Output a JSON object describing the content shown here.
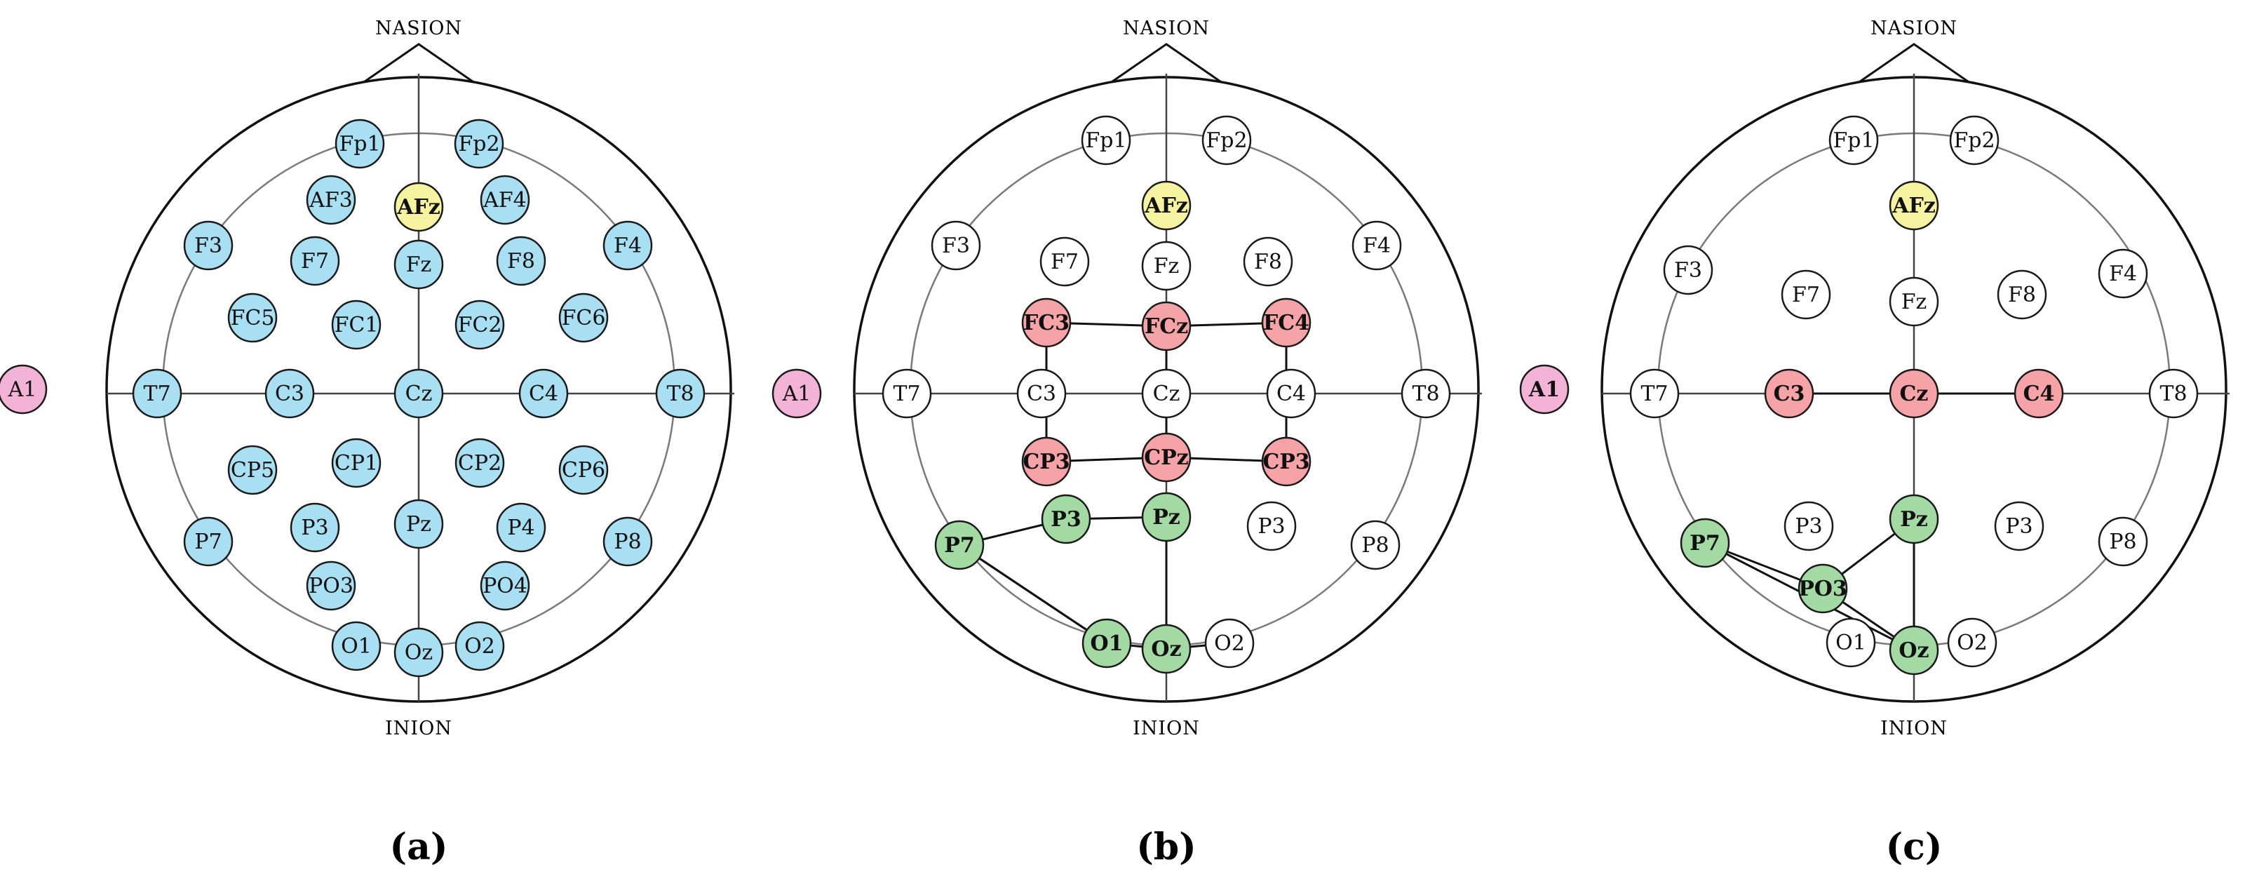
{
  "landmarks": {
    "nasion": "NASION",
    "inion": "INION"
  },
  "colors": {
    "blue": "#a8dff3",
    "yellow": "#f5f2a0",
    "red": "#f5a3a6",
    "green": "#a3d9a3",
    "pink": "#f3b3d6",
    "white": "#ffffff",
    "outline": "#111111",
    "inner_ring": "#7a7a7a"
  },
  "panels": [
    {
      "id": "a",
      "label": "(a)",
      "connections": [],
      "electrodes": [
        {
          "label": "A1",
          "color": "pink",
          "bold": false
        },
        {
          "label": "Fp1",
          "color": "blue",
          "bold": false
        },
        {
          "label": "Fp2",
          "color": "blue",
          "bold": false
        },
        {
          "label": "AF3",
          "color": "blue",
          "bold": false
        },
        {
          "label": "AFz",
          "color": "yellow",
          "bold": true
        },
        {
          "label": "AF4",
          "color": "blue",
          "bold": false
        },
        {
          "label": "F3",
          "color": "blue",
          "bold": false
        },
        {
          "label": "F7",
          "color": "blue",
          "bold": false
        },
        {
          "label": "Fz",
          "color": "blue",
          "bold": false
        },
        {
          "label": "F8",
          "color": "blue",
          "bold": false
        },
        {
          "label": "F4",
          "color": "blue",
          "bold": false
        },
        {
          "label": "FC5",
          "color": "blue",
          "bold": false
        },
        {
          "label": "FC1",
          "color": "blue",
          "bold": false
        },
        {
          "label": "FC2",
          "color": "blue",
          "bold": false
        },
        {
          "label": "FC6",
          "color": "blue",
          "bold": false
        },
        {
          "label": "T7",
          "color": "blue",
          "bold": false
        },
        {
          "label": "C3",
          "color": "blue",
          "bold": false
        },
        {
          "label": "Cz",
          "color": "blue",
          "bold": false
        },
        {
          "label": "C4",
          "color": "blue",
          "bold": false
        },
        {
          "label": "T8",
          "color": "blue",
          "bold": false
        },
        {
          "label": "CP5",
          "color": "blue",
          "bold": false
        },
        {
          "label": "CP1",
          "color": "blue",
          "bold": false
        },
        {
          "label": "CP2",
          "color": "blue",
          "bold": false
        },
        {
          "label": "CP6",
          "color": "blue",
          "bold": false
        },
        {
          "label": "P7",
          "color": "blue",
          "bold": false
        },
        {
          "label": "P3",
          "color": "blue",
          "bold": false
        },
        {
          "label": "Pz",
          "color": "blue",
          "bold": false
        },
        {
          "label": "P4",
          "color": "blue",
          "bold": false
        },
        {
          "label": "P8",
          "color": "blue",
          "bold": false
        },
        {
          "label": "PO3",
          "color": "blue",
          "bold": false
        },
        {
          "label": "PO4",
          "color": "blue",
          "bold": false
        },
        {
          "label": "O1",
          "color": "blue",
          "bold": false
        },
        {
          "label": "Oz",
          "color": "blue",
          "bold": false
        },
        {
          "label": "O2",
          "color": "blue",
          "bold": false
        }
      ]
    },
    {
      "id": "b",
      "label": "(b)",
      "connections": [
        [
          "FC3",
          "FCz"
        ],
        [
          "FCz",
          "FC4"
        ],
        [
          "CP3",
          "CPz"
        ],
        [
          "CPz",
          "CP3r"
        ],
        [
          "FC3",
          "CP3"
        ],
        [
          "FCz",
          "CPz"
        ],
        [
          "FC4",
          "CP3r"
        ],
        [
          "P7",
          "P3"
        ],
        [
          "P3",
          "Pz"
        ],
        [
          "Pz",
          "Oz"
        ],
        [
          "P7",
          "O1"
        ],
        [
          "P7",
          "O1"
        ],
        [
          "O1",
          "Oz"
        ],
        [
          "Oz",
          "O2"
        ]
      ],
      "electrodes": [
        {
          "label": "A1",
          "color": "pink",
          "bold": false
        },
        {
          "label": "Fp1",
          "color": "white",
          "bold": false
        },
        {
          "label": "Fp2",
          "color": "white",
          "bold": false
        },
        {
          "label": "AFz",
          "color": "yellow",
          "bold": true
        },
        {
          "label": "F3",
          "color": "white",
          "bold": false
        },
        {
          "label": "F7",
          "color": "white",
          "bold": false
        },
        {
          "label": "Fz",
          "color": "white",
          "bold": false
        },
        {
          "label": "F8",
          "color": "white",
          "bold": false
        },
        {
          "label": "F4",
          "color": "white",
          "bold": false
        },
        {
          "label": "FC3",
          "color": "red",
          "bold": true
        },
        {
          "label": "FCz",
          "color": "red",
          "bold": true
        },
        {
          "label": "FC4",
          "color": "red",
          "bold": true
        },
        {
          "label": "T7",
          "color": "white",
          "bold": false
        },
        {
          "label": "C3",
          "color": "white",
          "bold": false
        },
        {
          "label": "Cz",
          "color": "white",
          "bold": false
        },
        {
          "label": "C4",
          "color": "white",
          "bold": false
        },
        {
          "label": "T8",
          "color": "white",
          "bold": false
        },
        {
          "label": "CP3",
          "color": "red",
          "bold": true
        },
        {
          "label": "CPz",
          "color": "red",
          "bold": true
        },
        {
          "label": "CP3",
          "color": "red",
          "bold": true
        },
        {
          "label": "P7",
          "color": "green",
          "bold": true
        },
        {
          "label": "P3",
          "color": "green",
          "bold": true
        },
        {
          "label": "Pz",
          "color": "green",
          "bold": true
        },
        {
          "label": "P3",
          "color": "white",
          "bold": false
        },
        {
          "label": "P8",
          "color": "white",
          "bold": false
        },
        {
          "label": "O1",
          "color": "green",
          "bold": true
        },
        {
          "label": "Oz",
          "color": "green",
          "bold": true
        },
        {
          "label": "O2",
          "color": "white",
          "bold": false
        }
      ]
    },
    {
      "id": "c",
      "label": "(c)",
      "connections": [
        [
          "C3",
          "Cz"
        ],
        [
          "Cz",
          "C4"
        ],
        [
          "P7",
          "PO3"
        ],
        [
          "P7",
          "Oz"
        ],
        [
          "PO3",
          "Pz"
        ],
        [
          "PO3",
          "Oz"
        ],
        [
          "Pz",
          "Oz"
        ]
      ],
      "electrodes": [
        {
          "label": "A1",
          "color": "pink",
          "bold": true
        },
        {
          "label": "Fp1",
          "color": "white",
          "bold": false
        },
        {
          "label": "Fp2",
          "color": "white",
          "bold": false
        },
        {
          "label": "AFz",
          "color": "yellow",
          "bold": true
        },
        {
          "label": "F3",
          "color": "white",
          "bold": false
        },
        {
          "label": "F7",
          "color": "white",
          "bold": false
        },
        {
          "label": "Fz",
          "color": "white",
          "bold": false
        },
        {
          "label": "F8",
          "color": "white",
          "bold": false
        },
        {
          "label": "F4",
          "color": "white",
          "bold": false
        },
        {
          "label": "T7",
          "color": "white",
          "bold": false
        },
        {
          "label": "C3",
          "color": "red",
          "bold": true
        },
        {
          "label": "Cz",
          "color": "red",
          "bold": true
        },
        {
          "label": "C4",
          "color": "red",
          "bold": true
        },
        {
          "label": "T8",
          "color": "white",
          "bold": false
        },
        {
          "label": "P7",
          "color": "green",
          "bold": true
        },
        {
          "label": "P3",
          "color": "white",
          "bold": false
        },
        {
          "label": "Pz",
          "color": "green",
          "bold": true
        },
        {
          "label": "P3",
          "color": "white",
          "bold": false
        },
        {
          "label": "P8",
          "color": "white",
          "bold": false
        },
        {
          "label": "PO3",
          "color": "green",
          "bold": true
        },
        {
          "label": "O1",
          "color": "white",
          "bold": false
        },
        {
          "label": "Oz",
          "color": "green",
          "bold": true
        },
        {
          "label": "O2",
          "color": "white",
          "bold": false
        }
      ]
    }
  ]
}
